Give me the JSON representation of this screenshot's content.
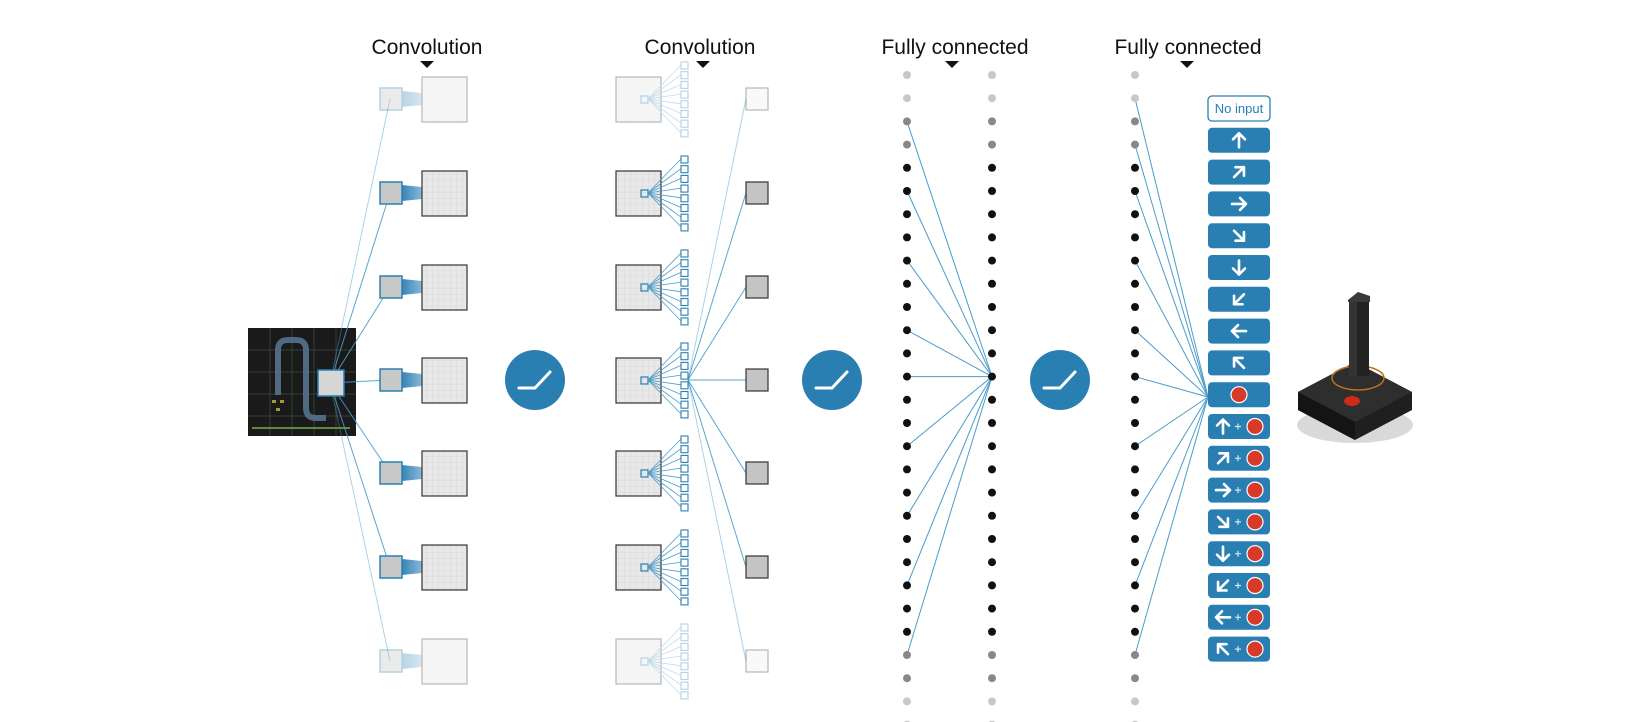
{
  "stages": [
    {
      "id": "conv1",
      "label": "Convolution"
    },
    {
      "id": "conv2",
      "label": "Convolution"
    },
    {
      "id": "fc1",
      "label": "Fully connected"
    },
    {
      "id": "fc2",
      "label": "Fully connected"
    }
  ],
  "activations": [
    "relu-icon",
    "relu-icon",
    "relu-icon"
  ],
  "input": {
    "icon": "game-screen-icon"
  },
  "actions": [
    {
      "name": "no-input",
      "text": "No input",
      "arrow": null,
      "fire": false
    },
    {
      "name": "up",
      "arrow": "up",
      "fire": false
    },
    {
      "name": "up-right",
      "arrow": "up-right",
      "fire": false
    },
    {
      "name": "right",
      "arrow": "right",
      "fire": false
    },
    {
      "name": "down-right",
      "arrow": "down-right",
      "fire": false
    },
    {
      "name": "down",
      "arrow": "down",
      "fire": false
    },
    {
      "name": "down-left",
      "arrow": "down-left",
      "fire": false
    },
    {
      "name": "left",
      "arrow": "left",
      "fire": false
    },
    {
      "name": "up-left",
      "arrow": "up-left",
      "fire": false
    },
    {
      "name": "fire",
      "arrow": null,
      "fire": true
    },
    {
      "name": "up-fire",
      "arrow": "up",
      "fire": true
    },
    {
      "name": "up-right-fire",
      "arrow": "up-right",
      "fire": true
    },
    {
      "name": "right-fire",
      "arrow": "right",
      "fire": true
    },
    {
      "name": "down-right-fire",
      "arrow": "down-right",
      "fire": true
    },
    {
      "name": "down-fire",
      "arrow": "down",
      "fire": true
    },
    {
      "name": "down-left-fire",
      "arrow": "down-left",
      "fire": true
    },
    {
      "name": "left-fire",
      "arrow": "left",
      "fire": true
    },
    {
      "name": "up-left-fire",
      "arrow": "up-left",
      "fire": true
    }
  ],
  "output": {
    "icon": "joystick-icon"
  },
  "colors": {
    "accent": "#2a7fb2",
    "line": "#4a9cc9",
    "node": "#111111",
    "node_faint": "#c8c8c8",
    "feature_map": "#e8e8e8",
    "fire": "#d83a2a",
    "screen": "#1a1a1a"
  }
}
